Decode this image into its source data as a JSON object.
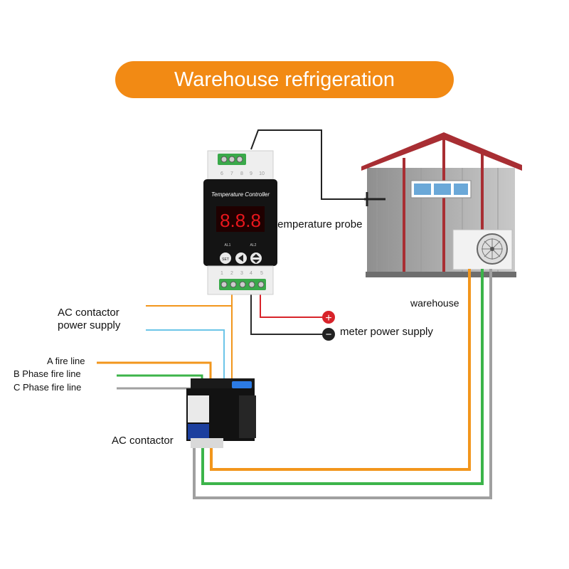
{
  "title": "Warehouse refrigeration",
  "labels": {
    "ac_contactor_power_supply_1": "AC contactor",
    "ac_contactor_power_supply_2": "power supply",
    "temperature_probe": "temperature probe",
    "warehouse": "warehouse",
    "meter_power_supply": "meter power supply",
    "a_fire_line": "A fire line",
    "b_phase_fire_line": "B Phase fire line",
    "c_phase_fire_line": "C Phase fire line",
    "ac_contactor": "AC contactor"
  },
  "controller": {
    "name": "Temperature  Controller",
    "display": "8.8.8",
    "top_terminals": [
      "6",
      "7",
      "8",
      "9",
      "10"
    ],
    "bottom_terminals": [
      "1",
      "2",
      "3",
      "4",
      "5"
    ],
    "indicators": [
      "AL1",
      "AL2"
    ],
    "set_key": "SET"
  },
  "polarity": {
    "positive": "+",
    "negative": "−"
  },
  "colors": {
    "accent": "#f28a14",
    "a_fire_line": "#f2961c",
    "b_phase_fire_line": "#3cb44a",
    "c_phase_fire_line": "#a0a0a0",
    "ac_supply_blue": "#6cc5e8",
    "meter_positive": "#d8232a",
    "meter_negative": "#2a2a2a",
    "roof": "#a82e33"
  },
  "icons": [
    "plus-circle-icon",
    "minus-circle-icon",
    "fan-icon",
    "window-icon",
    "probe-icon"
  ]
}
